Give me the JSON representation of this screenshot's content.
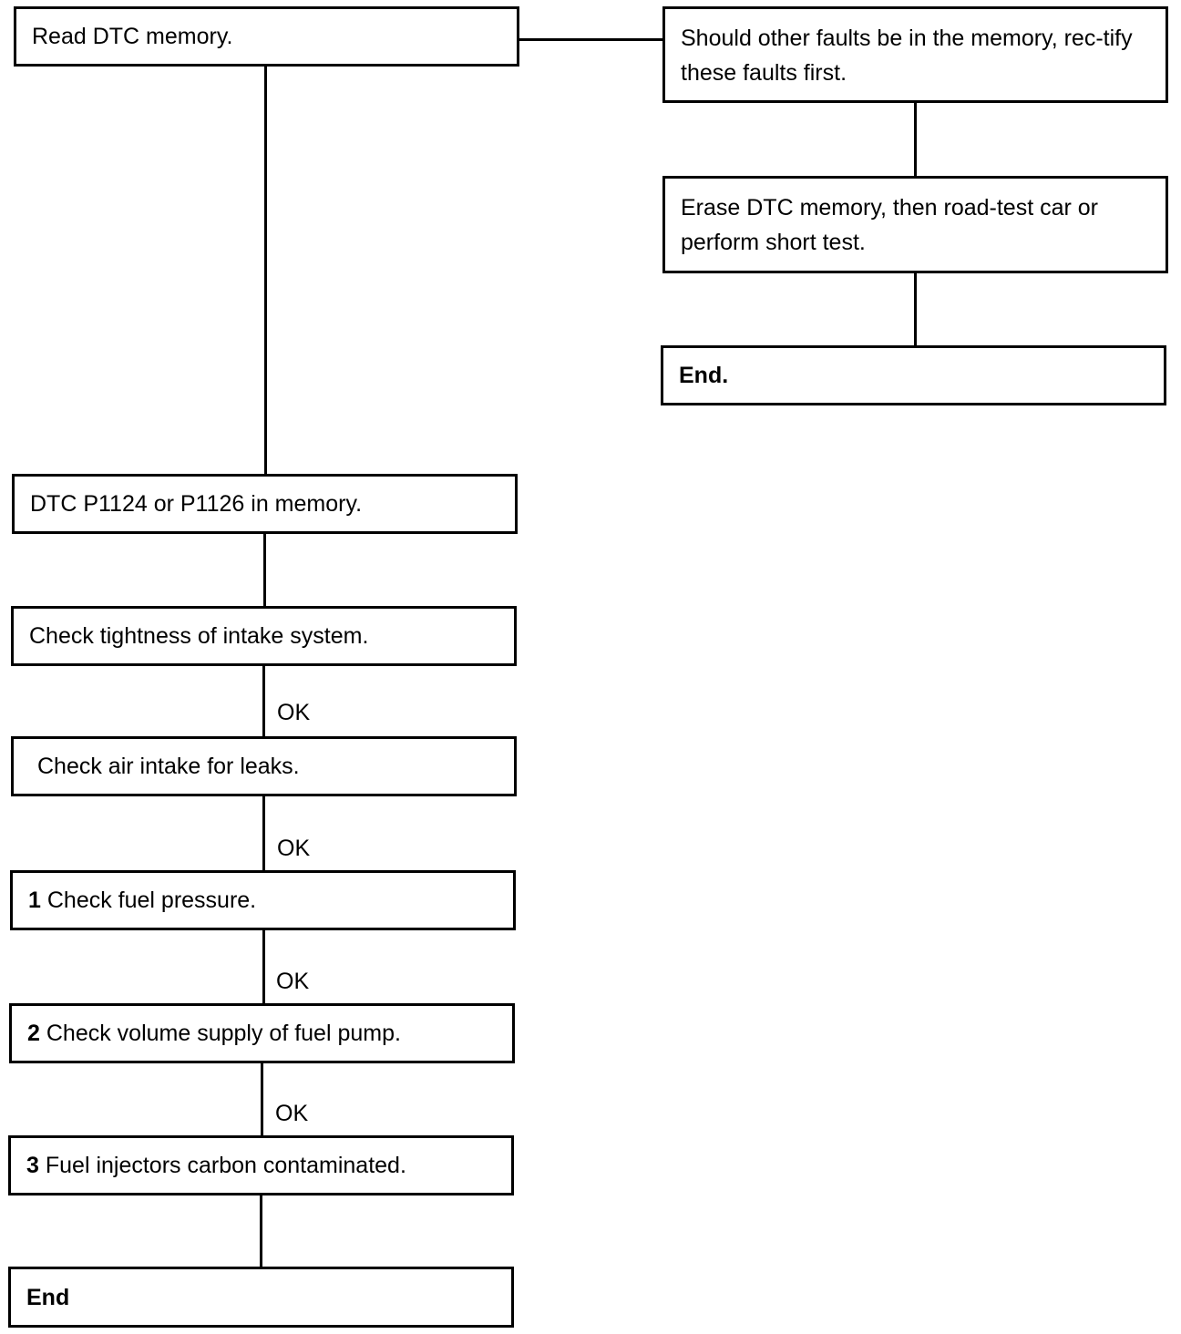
{
  "flowchart": {
    "nodes": {
      "read_dtc": {
        "text": "Read DTC memory."
      },
      "other_faults": {
        "text": "Should other faults be in the memory, rec-tify these faults first."
      },
      "erase_dtc": {
        "text": "Erase DTC memory, then road-test car or perform short test."
      },
      "end_right": {
        "text": "End."
      },
      "dtc_in_memory": {
        "text": "DTC P1124 or P1126 in memory."
      },
      "check_intake_tightness": {
        "text": "Check tightness of intake system."
      },
      "check_air_leaks": {
        "text": "Check air intake for leaks."
      },
      "check_fuel_pressure": {
        "number": "1",
        "text": "Check fuel pressure."
      },
      "check_pump_volume": {
        "number": "2",
        "text": "Check volume supply of fuel pump."
      },
      "injectors_contaminated": {
        "number": "3",
        "text": "Fuel injectors carbon contaminated."
      },
      "end_left": {
        "text": "End"
      }
    },
    "edge_labels": {
      "ok_1": "OK",
      "ok_2": "OK",
      "ok_3": "OK",
      "ok_4": "OK"
    }
  }
}
